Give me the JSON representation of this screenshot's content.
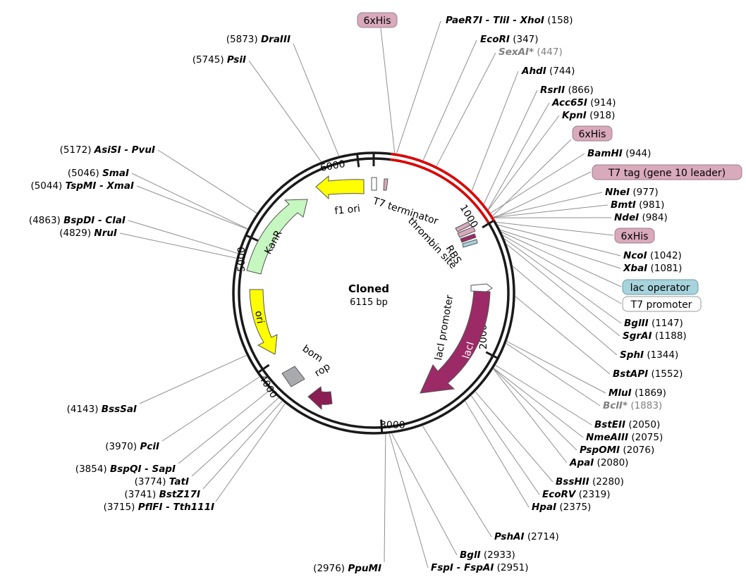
{
  "plasmid": {
    "name": "Cloned",
    "size_text": "6115 bp"
  },
  "colors": {
    "backbone": "#000000",
    "selected_region": "#e00000",
    "his_tag": "#d9a9bc",
    "lac_operator": "#a7d3dc",
    "t7_promoter": "#ffffff",
    "leader_line": "#8f8f8f",
    "yellow_feature": "#ffff00",
    "kanr": "#c7f7c0",
    "laci": "#9c2a66",
    "rop": "#8b1e52",
    "bom": "#a9aaad"
  },
  "ticks": [
    "1000",
    "2000",
    "3000",
    "4000",
    "5000",
    "6000"
  ],
  "tag_boxes": [
    {
      "text": "6xHis",
      "type": "his"
    },
    {
      "text": "6xHis",
      "type": "his"
    },
    {
      "text": "T7 tag (gene 10 leader)",
      "type": "his"
    },
    {
      "text": "6xHis",
      "type": "his"
    },
    {
      "text": "lac operator",
      "type": "lac"
    },
    {
      "text": "T7 promoter",
      "type": "t7"
    }
  ],
  "features": {
    "f1_ori": "f1 ori",
    "kanr": "KanR",
    "ori": "ori",
    "bom": "bom",
    "rop": "rop",
    "t7_terminator": "T7 terminator",
    "thrombin": "thrombin site",
    "rbs": "RBS",
    "laci_promoter": "lacI promoter",
    "laci": "lacI"
  },
  "enzymes": [
    {
      "name": "PaeR7I - TliI - XhoI",
      "pos": "(158)"
    },
    {
      "name": "EcoRI",
      "pos": "(347)"
    },
    {
      "name": "SexAI*",
      "pos": "(447)"
    },
    {
      "name": "AhdI",
      "pos": "(744)"
    },
    {
      "name": "RsrII",
      "pos": "(866)"
    },
    {
      "name": "Acc65I",
      "pos": "(914)"
    },
    {
      "name": "KpnI",
      "pos": "(918)"
    },
    {
      "name": "BamHI",
      "pos": "(944)"
    },
    {
      "name": "NheI",
      "pos": "(977)"
    },
    {
      "name": "BmtI",
      "pos": "(981)"
    },
    {
      "name": "NdeI",
      "pos": "(984)"
    },
    {
      "name": "NcoI",
      "pos": "(1042)"
    },
    {
      "name": "XbaI",
      "pos": "(1081)"
    },
    {
      "name": "BglII",
      "pos": "(1147)"
    },
    {
      "name": "SgrAI",
      "pos": "(1188)"
    },
    {
      "name": "SphI",
      "pos": "(1344)"
    },
    {
      "name": "BstAPI",
      "pos": "(1552)"
    },
    {
      "name": "MluI",
      "pos": "(1869)"
    },
    {
      "name": "BclI*",
      "pos": "(1883)"
    },
    {
      "name": "BstEII",
      "pos": "(2050)"
    },
    {
      "name": "NmeAIII",
      "pos": "(2075)"
    },
    {
      "name": "PspOMI",
      "pos": "(2076)"
    },
    {
      "name": "ApaI",
      "pos": "(2080)"
    },
    {
      "name": "BssHII",
      "pos": "(2280)"
    },
    {
      "name": "EcoRV",
      "pos": "(2319)"
    },
    {
      "name": "HpaI",
      "pos": "(2375)"
    },
    {
      "name": "PshAI",
      "pos": "(2714)"
    },
    {
      "name": "BglI",
      "pos": "(2933)"
    },
    {
      "name": "FspI - FspAI",
      "pos": "(2951)"
    },
    {
      "name": "PpuMI",
      "pos": "(2976)"
    },
    {
      "name": "PflFI - Tth111I",
      "pos": "(3715)"
    },
    {
      "name": "BstZ17I",
      "pos": "(3741)"
    },
    {
      "name": "TatI",
      "pos": "(3774)"
    },
    {
      "name": "BspQI - SapI",
      "pos": "(3854)"
    },
    {
      "name": "PciI",
      "pos": "(3970)"
    },
    {
      "name": "BssSaI",
      "pos": "(4143)"
    },
    {
      "name": "NruI",
      "pos": "(4829)"
    },
    {
      "name": "BspDI - ClaI",
      "pos": "(4863)"
    },
    {
      "name": "TspMI - XmaI",
      "pos": "(5044)"
    },
    {
      "name": "SmaI",
      "pos": "(5046)"
    },
    {
      "name": "AsiSI - PvuI",
      "pos": "(5172)"
    },
    {
      "name": "PsiI",
      "pos": "(5745)"
    },
    {
      "name": "DraIII",
      "pos": "(5873)"
    }
  ]
}
